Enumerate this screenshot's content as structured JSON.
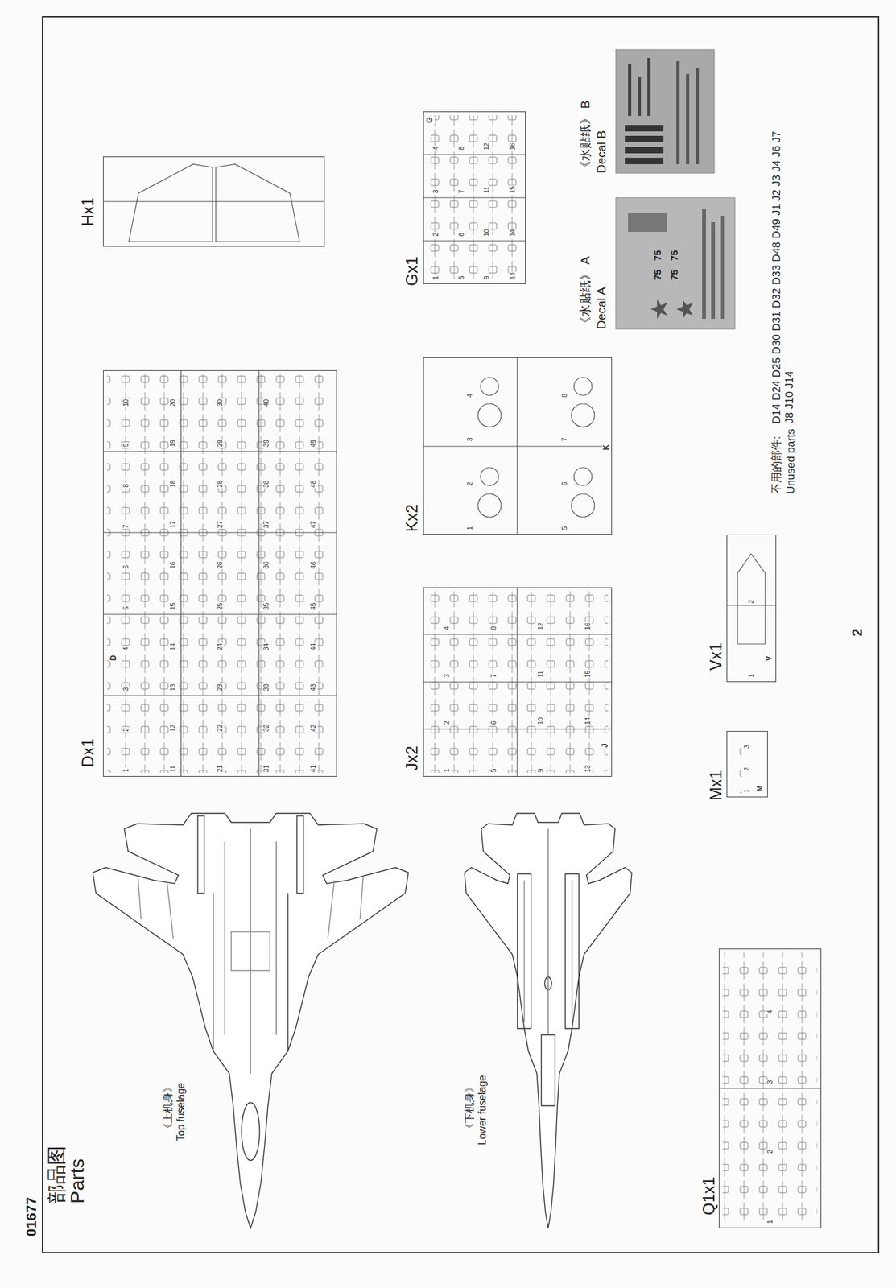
{
  "diagram": {
    "title": "部品图 Parts",
    "nodes": [
      {
        "text": [
          "Dx1"
        ]
      },
      {
        "text": [
          "Hx1"
        ]
      },
      {
        "text": [
          "Jx2"
        ]
      },
      {
        "text": [
          "Kx2"
        ]
      },
      {
        "text": [
          "Gx1"
        ]
      },
      {
        "text": [
          "Q1x1"
        ]
      },
      {
        "text": [
          "Mx1"
        ]
      },
      {
        "text": [
          "Vx1"
        ]
      },
      {
        "text": [
          "《水贴纸》 A",
          "Decal A"
        ]
      },
      {
        "text": [
          "《水贴纸》 B",
          "Decal B"
        ]
      }
    ],
    "labels": [
      "01677",
      "《上机身》",
      "Top fuselage",
      "《下机身》",
      "Lower fuselage",
      "不用的部件:",
      "Unused parts",
      "D14 D24 D25 D30 D31 D32 D33 D48 D49 J1 J2 J3 J4 J6 J7 J8 J10 J14",
      "2",
      "75",
      "75",
      "75",
      "75",
      "D",
      "J",
      "K",
      "G",
      "M",
      "V",
      "1",
      "2",
      "3",
      "4",
      "5",
      "6",
      "7",
      "8",
      "9",
      "10",
      "11",
      "12",
      "13",
      "14",
      "15",
      "16",
      "17",
      "18",
      "19",
      "20",
      "21",
      "22",
      "23",
      "24",
      "25",
      "26",
      "27",
      "28",
      "29",
      "30",
      "31",
      "32",
      "33",
      "34",
      "35",
      "36",
      "37",
      "38",
      "39",
      "40",
      "41",
      "42",
      "43",
      "44",
      "45",
      "46",
      "47",
      "48",
      "49",
      "1",
      "2",
      "3",
      "4",
      "5",
      "6",
      "7",
      "8",
      "9",
      "10",
      "11",
      "12",
      "13",
      "14",
      "15",
      "16",
      "1",
      "2",
      "3",
      "4",
      "5",
      "6",
      "7",
      "8",
      "1",
      "2",
      "3",
      "4",
      "5",
      "6",
      "7",
      "8",
      "9",
      "10",
      "11",
      "12",
      "13",
      "14",
      "15",
      "16",
      "1",
      "2",
      "3",
      "1",
      "2",
      "1",
      "2",
      "3",
      "4"
    ]
  }
}
